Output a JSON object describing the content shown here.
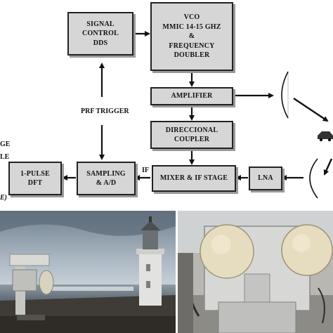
{
  "diagram": {
    "signal_control": "SIGNAL\nCONTROL\nDDS",
    "vco": "VCO\nMMIC 14-15 GHZ\n&\nFREQUENCY\nDOUBLER",
    "amplifier": "AMPLIFIER",
    "coupler": "DIRECCIONAL\nCOUPLER",
    "mixer": "MIXER & IF STAGE",
    "lna": "LNA",
    "sampling": "SAMPLING\n& A/D",
    "dft": "1-PULSE\nDFT",
    "prf_trigger": "PRF TRIGGER",
    "if_label": "IF",
    "left_cut_1": "GE",
    "left_cut_2": "LE",
    "left_cut_3": "E)"
  },
  "colors": {
    "box_fill": "#d6d6d6",
    "box_border": "#222222",
    "arrow": "#111111"
  },
  "photos": {
    "left": "lighthouse-with-radar-installation",
    "right": "radar-antenna-unit-closeup"
  }
}
